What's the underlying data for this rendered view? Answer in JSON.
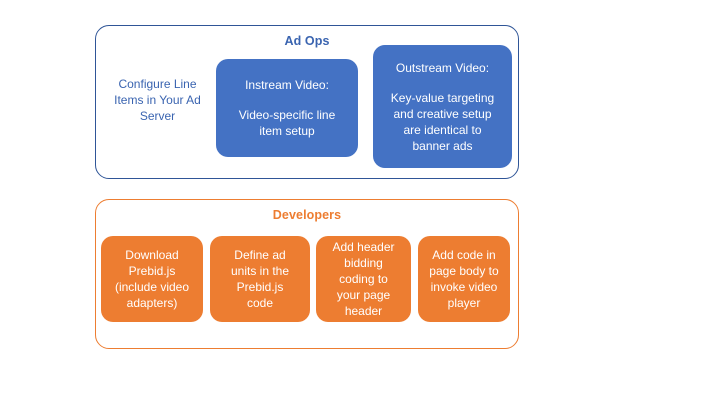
{
  "diagram": {
    "background_color": "#ffffff",
    "accent_blue": "#4472C4",
    "accent_orange": "#ED7D31",
    "groups": [
      {
        "id": "ad-ops",
        "title": "Ad Ops",
        "title_color": "#3A64B0",
        "border_color": "#2F5597",
        "plain_block": {
          "lines": [
            "Configure Line",
            "Items in Your Ad",
            "Server"
          ],
          "text_color": "#3A64B0"
        },
        "boxes": [
          {
            "id": "instream-video",
            "fill": "#4472C4",
            "title": "Instream Video:",
            "body_lines": [
              "Video-specific line",
              "item setup"
            ]
          },
          {
            "id": "outstream-video",
            "fill": "#4472C4",
            "title": "Outstream Video:",
            "body_lines": [
              "Key-value targeting",
              "and creative setup",
              "are identical to",
              "banner ads"
            ]
          }
        ]
      },
      {
        "id": "developers",
        "title": "Developers",
        "title_color": "#ED7D31",
        "border_color": "#ED7D31",
        "boxes": [
          {
            "id": "download-prebid",
            "fill": "#ED7D31",
            "body_lines": [
              "Download",
              "Prebid.js",
              "(include video",
              "adapters)"
            ]
          },
          {
            "id": "define-ad-units",
            "fill": "#ED7D31",
            "body_lines": [
              "Define ad",
              "units in the",
              "Prebid.js",
              "code"
            ]
          },
          {
            "id": "header-bidding-code",
            "fill": "#ED7D31",
            "body_lines": [
              "Add header",
              "bidding",
              "coding to",
              "your page",
              "header"
            ]
          },
          {
            "id": "invoke-video-player",
            "fill": "#ED7D31",
            "body_lines": [
              "Add code in",
              "page body to",
              "invoke video",
              "player"
            ]
          }
        ]
      }
    ]
  }
}
